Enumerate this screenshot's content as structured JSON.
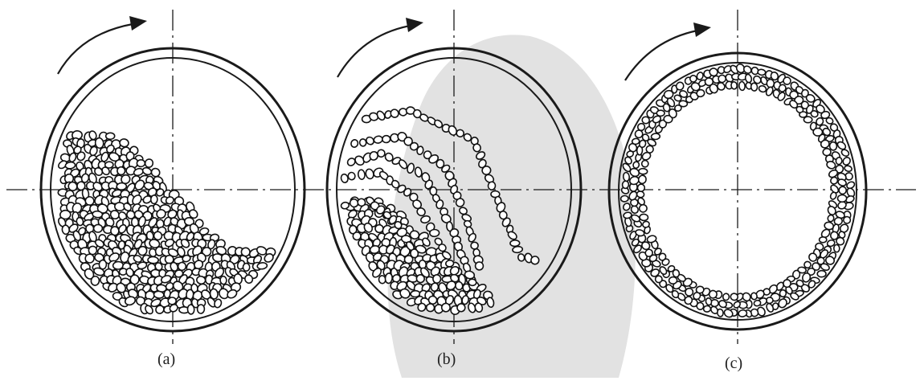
{
  "figure": {
    "panels": [
      {
        "id": "a",
        "label": "(a)",
        "mode": "cascading"
      },
      {
        "id": "b",
        "label": "(b)",
        "mode": "cataracting"
      },
      {
        "id": "c",
        "label": "(c)",
        "mode": "centrifuging"
      }
    ],
    "colors": {
      "ink": "#1a1a1a",
      "background": "#ffffff",
      "watermark": "#e2e2e2"
    },
    "icons": [
      "rotation-arrow-icon"
    ]
  }
}
